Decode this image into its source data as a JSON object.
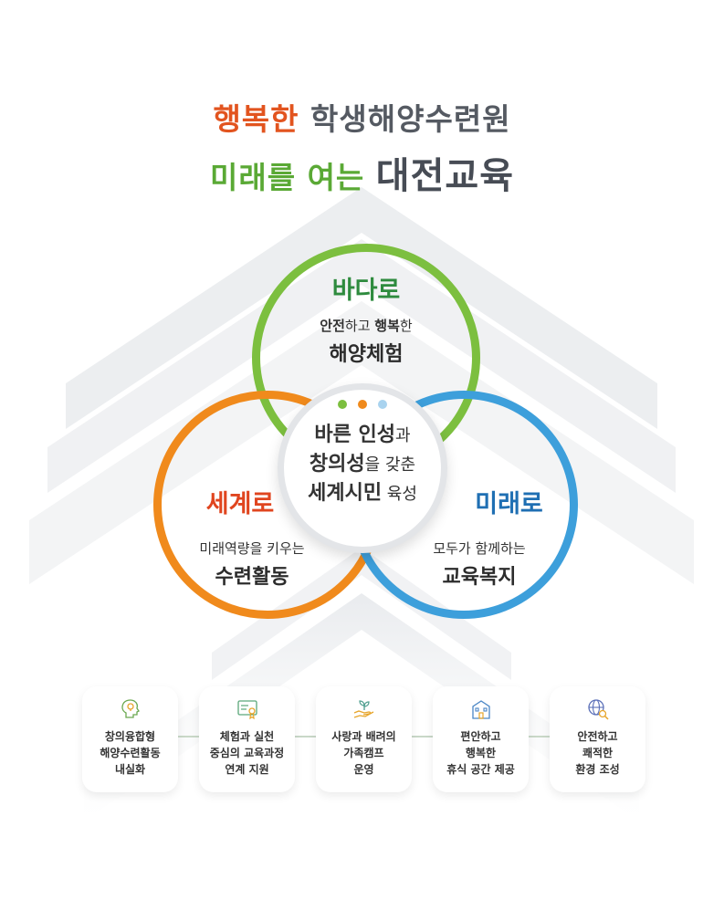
{
  "title": {
    "line1_highlight": "행복한",
    "line1_rest": "학생해양수련원",
    "line2_highlight": "미래를 여는",
    "line2_rest": "대전교육"
  },
  "circles": {
    "top": {
      "head": "바다로",
      "sub_bold1": "안전",
      "sub_mid": "하고 ",
      "sub_bold2": "행복",
      "sub_end": "한",
      "main": "해양체험",
      "color": "#7cbf3f",
      "head_color": "#2e8b3e"
    },
    "left": {
      "head": "세계로",
      "sub": "미래역량을 키우는",
      "main": "수련활동",
      "color": "#f08a1c",
      "head_color": "#e0451f"
    },
    "right": {
      "head": "미래로",
      "sub": "모두가 함께하는",
      "main": "교육복지",
      "color": "#3d9fdb",
      "head_color": "#1f6fb3"
    }
  },
  "center": {
    "line1_bold": "바른 인성",
    "line1_norm": "과",
    "line2_bold": "창의성",
    "line2_norm": "을 갖춘",
    "line3_bold": "세계시민",
    "line3_norm": " 육성",
    "dot_colors": [
      "#7cbf3f",
      "#f08a1c",
      "#a9d3ef"
    ]
  },
  "cards": [
    {
      "lines": [
        "창의융합형",
        "해양수련활동",
        "내실화"
      ],
      "icon": "lightbulb-head-icon",
      "color": "#e4f1dc"
    },
    {
      "lines": [
        "체험과 실천",
        "중심의 교육과정",
        "연계 지원"
      ],
      "icon": "certificate-icon",
      "color": "#e2f1ea"
    },
    {
      "lines": [
        "사랑과 배려의",
        "가족캠프",
        "운영"
      ],
      "icon": "hand-plant-icon",
      "color": "#e2eff2"
    },
    {
      "lines": [
        "편안하고",
        "행복한",
        "휴식 공간 제공"
      ],
      "icon": "building-icon",
      "color": "#e3ecf6"
    },
    {
      "lines": [
        "안전하고",
        "쾌적한",
        "환경 조성"
      ],
      "icon": "globe-search-icon",
      "color": "#e4e8f4"
    }
  ]
}
